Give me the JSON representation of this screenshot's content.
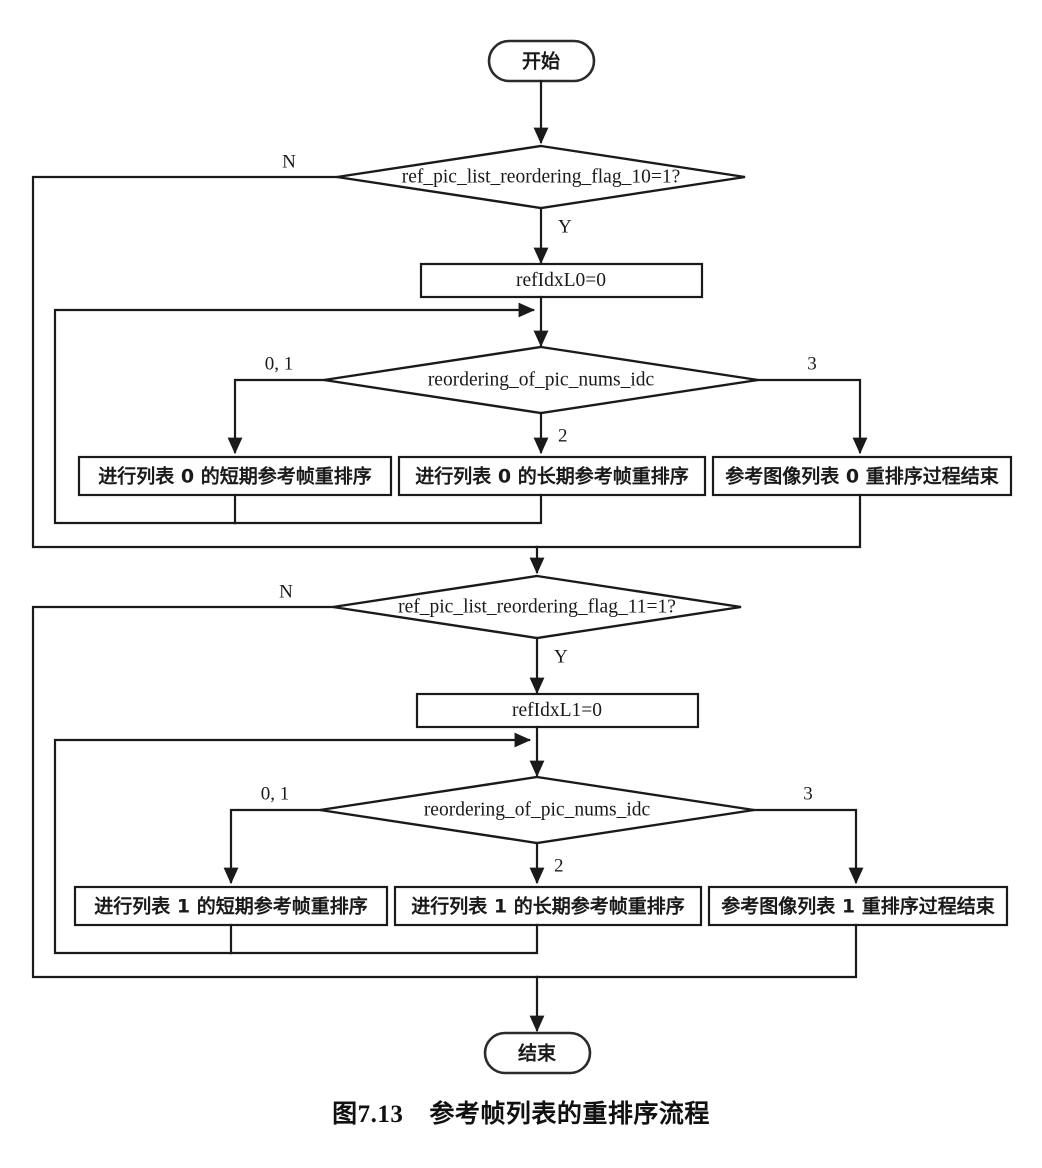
{
  "figure": {
    "caption_number": "图7.13",
    "caption_text": "参考帧列表的重排序流程"
  },
  "nodes": {
    "start": "开始",
    "end": "结束",
    "decision_flag_l0": "ref_pic_list_reordering_flag_10=1?",
    "decision_flag_l1": "ref_pic_list_reordering_flag_11=1?",
    "init_l0": "refIdxL0=0",
    "init_l1": "refIdxL1=0",
    "decision_idc_l0": "reordering_of_pic_nums_idc",
    "decision_idc_l1": "reordering_of_pic_nums_idc",
    "l0_short": "进行列表 0 的短期参考帧重排序",
    "l0_long": "进行列表 0 的长期参考帧重排序",
    "l0_done": "参考图像列表 0 重排序过程结束",
    "l1_short": "进行列表 1 的短期参考帧重排序",
    "l1_long": "进行列表 1 的长期参考帧重排序",
    "l1_done": "参考图像列表 1 重排序过程结束"
  },
  "edge_labels": {
    "no_l0": "N",
    "yes_l0": "Y",
    "no_l1": "N",
    "yes_l1": "Y",
    "idc_l0_left": "0, 1",
    "idc_l0_mid": "2",
    "idc_l0_right": "3",
    "idc_l1_left": "0, 1",
    "idc_l1_mid": "2",
    "idc_l1_right": "3"
  },
  "colors": {
    "stroke": "#1a1a1a",
    "fill": "#ffffff",
    "background": "#ffffff",
    "caption": "#111111"
  }
}
